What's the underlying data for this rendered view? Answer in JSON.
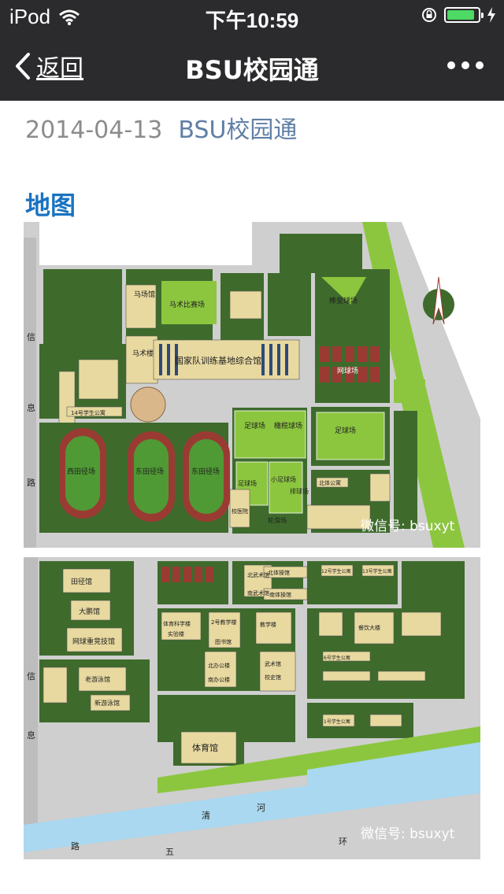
{
  "status_bar": {
    "carrier": "iPod",
    "time": "下午10:59"
  },
  "nav": {
    "back_label": "返回",
    "title": "BSU校园通"
  },
  "article": {
    "date": "2014-04-13",
    "source": "BSU校园通",
    "section_title": "地图"
  },
  "map_top": {
    "labels": {
      "horse_hall": "马场馆",
      "equestrian_field": "马术比赛场",
      "horse_bldg": "马术楼",
      "national_center": "国家队训练基地综合馆",
      "bsb_field": "棒垒球场",
      "tennis": "网球场",
      "apt14": "14号学生公寓",
      "west_track": "西田径场",
      "center_track": "东田径场",
      "east_track": "东田径场",
      "football1": "足球场",
      "football2": "足球场",
      "football3": "足球场",
      "rugby": "橄榄球场",
      "small_football": "小足球场",
      "volleyball": "排球场",
      "clinic": "校医院",
      "north_apt": "北体公寓",
      "roller": "轮滑场",
      "road_xin": "信",
      "road_xi": "息",
      "road_lu": "路"
    },
    "watermark": "微信号: bsuxyt"
  },
  "map_bottom": {
    "labels": {
      "track_hall": "田径馆",
      "dapeng": "大鹏馆",
      "tennis_center": "网球重竞技馆",
      "sports_sci": "体育科学楼",
      "lab": "实验楼",
      "teach2": "2号教学楼",
      "library": "图书馆",
      "north_martial": "北武术馆",
      "south_martial": "南武术馆",
      "north_gym": "北体操馆",
      "south_gym": "南体操馆",
      "teaching": "教学楼",
      "martial": "武术馆",
      "admin": "校史馆",
      "canteen": "餐饮大楼",
      "apt12": "12号学生公寓",
      "apt13": "13号学生公寓",
      "apt6": "6号学生公寓",
      "apt1": "1号学生公寓",
      "old_pool": "老游泳馆",
      "new_pool": "新游泳馆",
      "gymnasium": "体育馆",
      "north_office": "北办公楼",
      "south_office": "南办公楼",
      "qinghe_1": "清",
      "qinghe_2": "河",
      "road_wu": "五",
      "road_huan": "环",
      "road_lu2": "路",
      "road_xin2": "信",
      "road_xi2": "息"
    },
    "watermark": "微信号: bsuxyt"
  },
  "colors": {
    "bar_bg": "#2b2b2d",
    "grass_dark": "#3e6b2c",
    "grass_light": "#8cc63f",
    "building": "#e8d9a0",
    "track": "#9a3b33",
    "river": "#a9d8f0",
    "road": "#cfcfcf",
    "link": "#607fa6",
    "heading": "#1a73c1"
  }
}
